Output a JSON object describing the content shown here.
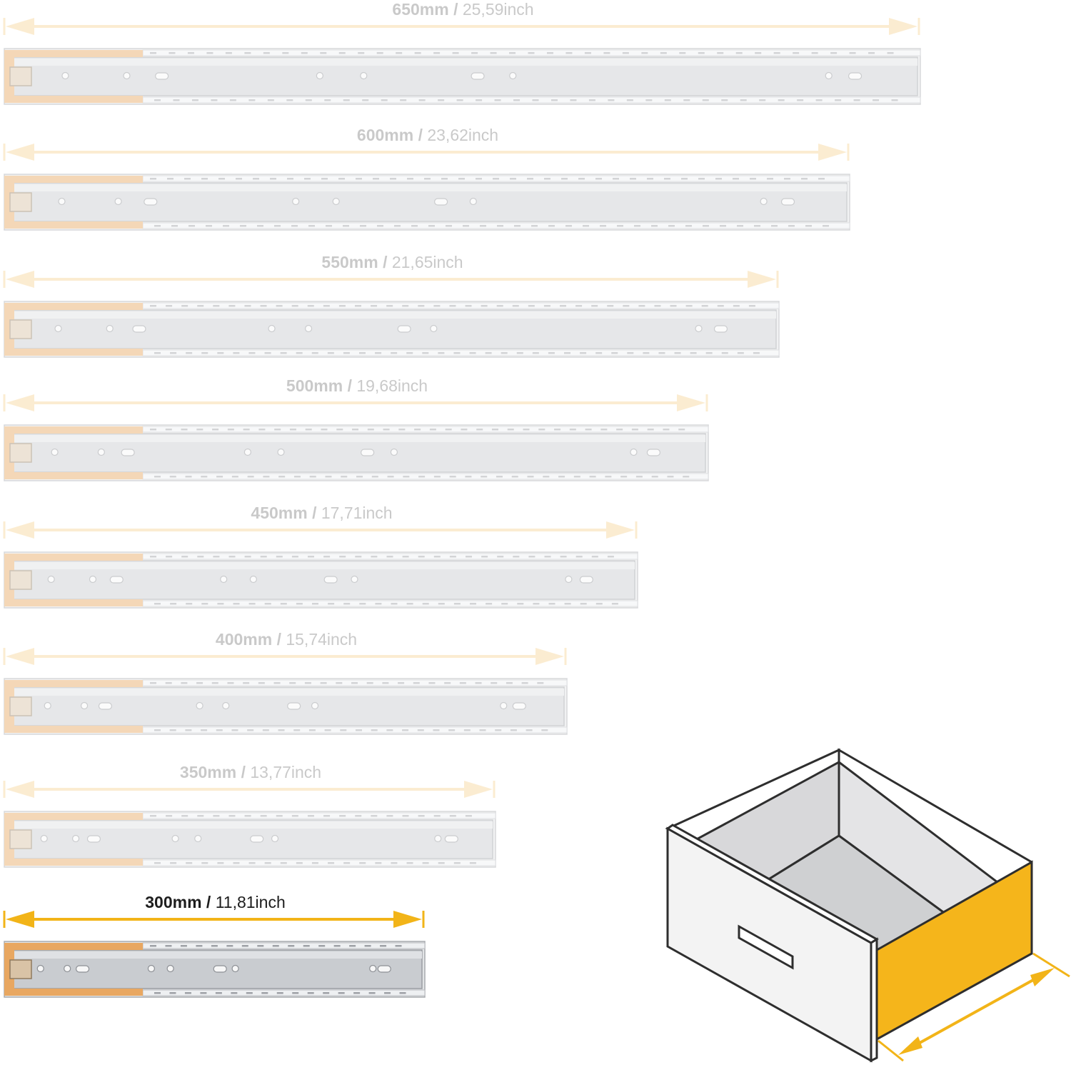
{
  "colors": {
    "arrow_faded": "#f7d79a",
    "arrow_active": "#f2b418",
    "rail_metal": "#c9ccd0",
    "rail_highlight": "#eef0f2",
    "rail_clip": "#e8a761",
    "drawer_side": "#f5b51b",
    "drawer_inside": "#d7d7d9",
    "drawer_front": "#f4f4f4",
    "outline": "#2e2e2e"
  },
  "slides": [
    {
      "length_mm": 650,
      "mm_label": "650mm",
      "inch_label": "25,59inch",
      "selected": false
    },
    {
      "length_mm": 600,
      "mm_label": "600mm",
      "inch_label": "23,62inch",
      "selected": false
    },
    {
      "length_mm": 550,
      "mm_label": "550mm",
      "inch_label": "21,65inch",
      "selected": false
    },
    {
      "length_mm": 500,
      "mm_label": "500mm",
      "inch_label": "19,68inch",
      "selected": false
    },
    {
      "length_mm": 450,
      "mm_label": "450mm",
      "inch_label": "17,71inch",
      "selected": false
    },
    {
      "length_mm": 400,
      "mm_label": "400mm",
      "inch_label": "15,74inch",
      "selected": false
    },
    {
      "length_mm": 350,
      "mm_label": "350mm",
      "inch_label": "13,77inch",
      "selected": false
    },
    {
      "length_mm": 300,
      "mm_label": "300mm",
      "inch_label": "11,81inch",
      "selected": true
    }
  ],
  "separator": "/",
  "drawer_icon": "drawer-depth-illustration-icon"
}
